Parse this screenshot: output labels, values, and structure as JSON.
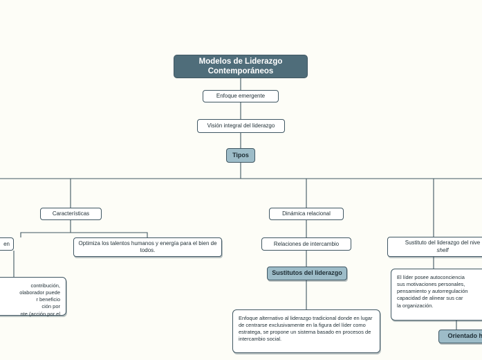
{
  "diagram": {
    "title": "Modelos de Liderazgo Contemporáneos",
    "nodes": {
      "root": "Modelos de Liderazgo Contemporáneos",
      "enfoque_emergente": "Enfoque emergente",
      "vision_integral": "Visión integral del liderazgo",
      "tipos": "Tipos",
      "caracteristicas": "Características",
      "optimiza": "Optimiza los talentos humanos y energía para el bien de todos.",
      "left_cut_label": "en",
      "left_cut_para_l1": "contribución,",
      "left_cut_para_l2": "olaborador puede",
      "left_cut_para_l3": "r beneficio",
      "left_cut_para_l4": "ción por",
      "left_cut_para_l5": "nte (acción por el",
      "dinamica_relacional": "Dinámica relacional",
      "relaciones_intercambio": "Relaciones de intercambio",
      "sustitutos_liderazgo": "Sustitutos del liderazgo",
      "enfoque_alternativo": "Enfoque alternativo al liderazgo tradicional donde en lugar de centrarse exclusivamente en la figura del líder como estratega, se propone un sistema basado en procesos de intercambio social.",
      "sustituto_nivel": "Sustituto del liderazgo del nive",
      "sustituto_nivel_italic": "shelf",
      "lider_posee_l1": "El líder posee autoconciencia",
      "lider_posee_l2": "sus motivaciones personales,",
      "lider_posee_l3": "pensamiento y autorregulación",
      "lider_posee_l4": "capacidad de alinear sus car",
      "lider_posee_l5": "la organización.",
      "orientado_hacia": "Orientado haci"
    },
    "colors": {
      "background": "#fdfdf7",
      "root_fill": "#4f6d7a",
      "accent_fill": "#9dbcc8",
      "node_border": "#3f5662",
      "node_fill": "#ffffff",
      "text": "#1d2c33",
      "line": "#3f5662"
    }
  }
}
